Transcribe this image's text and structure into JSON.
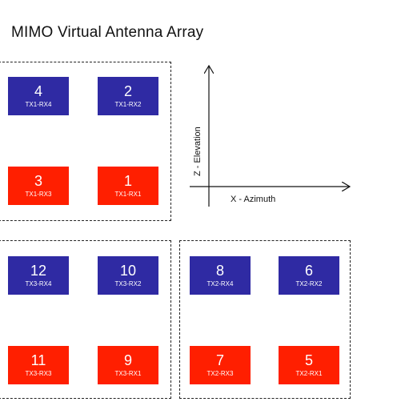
{
  "title": "MIMO  Virtual Antenna Array",
  "axes": {
    "x_label": "X - Azimuth",
    "z_label": "Z - Elevation"
  },
  "colors": {
    "tx_rx_pair_blue": "#2f2aa3",
    "tx_rx_pair_red": "#ff1f00"
  },
  "groups": [
    {
      "name": "TX1",
      "cells": [
        {
          "num": "4",
          "label": "TX1-RX4",
          "color": "blue"
        },
        {
          "num": "2",
          "label": "TX1-RX2",
          "color": "blue"
        },
        {
          "num": "3",
          "label": "TX1-RX3",
          "color": "red"
        },
        {
          "num": "1",
          "label": "TX1-RX1",
          "color": "red"
        }
      ]
    },
    {
      "name": "TX3",
      "cells": [
        {
          "num": "12",
          "label": "TX3-RX4",
          "color": "blue"
        },
        {
          "num": "10",
          "label": "TX3-RX2",
          "color": "blue"
        },
        {
          "num": "11",
          "label": "TX3-RX3",
          "color": "red"
        },
        {
          "num": "9",
          "label": "TX3-RX1",
          "color": "red"
        }
      ]
    },
    {
      "name": "TX2",
      "cells": [
        {
          "num": "8",
          "label": "TX2-RX4",
          "color": "blue"
        },
        {
          "num": "6",
          "label": "TX2-RX2",
          "color": "blue"
        },
        {
          "num": "7",
          "label": "TX2-RX3",
          "color": "red"
        },
        {
          "num": "5",
          "label": "TX2-RX1",
          "color": "red"
        }
      ]
    }
  ]
}
